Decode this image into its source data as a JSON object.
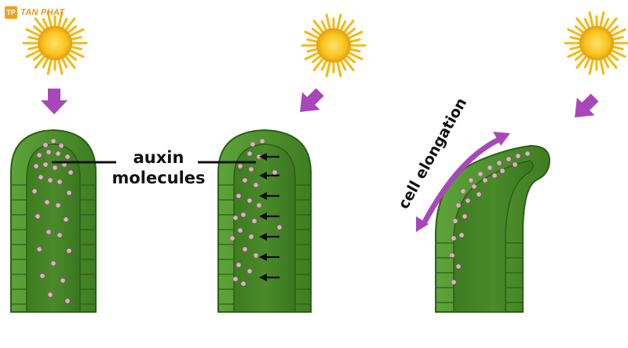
{
  "logo": {
    "mark": "TP",
    "name": "TAN PHAT"
  },
  "labels": {
    "auxin_line1": "auxin",
    "auxin_line2": "molecules",
    "cell_elongation": "cell elongation"
  },
  "colors": {
    "sun": "#f7c21b",
    "light_arrow": "#a848b8",
    "tissue": "#4f8f2a",
    "inner_tissue": "#3c7a1f",
    "cell_wall": "#2d5f16",
    "auxin": "#f0a6d6"
  },
  "icons": [
    "sun-icon",
    "light-direction-arrow-icon",
    "auxin-migration-arrow-icon",
    "cell-elongation-arrow-icon"
  ]
}
